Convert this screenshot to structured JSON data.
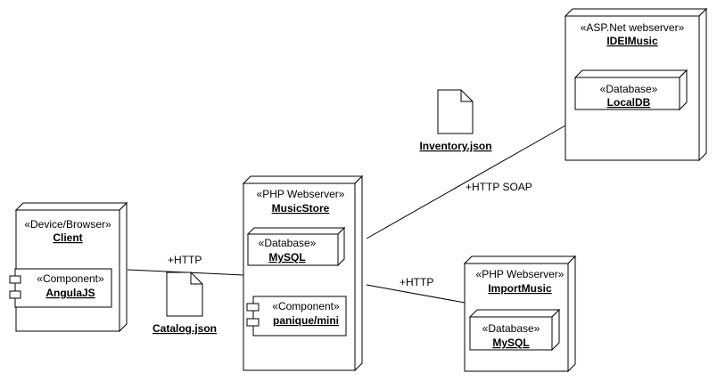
{
  "nodes": {
    "client": {
      "stereotype": "«Device/Browser»",
      "name": "Client"
    },
    "angular": {
      "stereotype": "«Component»",
      "name": "AngulaJS"
    },
    "musicstore": {
      "stereotype": "«PHP Webserver»",
      "name": "MusicStore"
    },
    "musicstore_db": {
      "stereotype": "«Database»",
      "name": "MySQL"
    },
    "panique": {
      "stereotype": "«Component»",
      "name": "panique/mini"
    },
    "ideimusic": {
      "stereotype": "«ASP.Net webserver»",
      "name": "IDEIMusic"
    },
    "localdb": {
      "stereotype": "«Database»",
      "name": "LocalDB"
    },
    "importmusic": {
      "stereotype": "«PHP Webserver»",
      "name": "ImportMusic"
    },
    "import_db": {
      "stereotype": "«Database»",
      "name": "MySQL"
    }
  },
  "artifacts": {
    "catalog": "Catalog.json",
    "inventory": "Inventory.json"
  },
  "connections": {
    "client_musicstore": "+HTTP",
    "musicstore_ideimusic": "+HTTP SOAP",
    "musicstore_importmusic": "+HTTP"
  }
}
